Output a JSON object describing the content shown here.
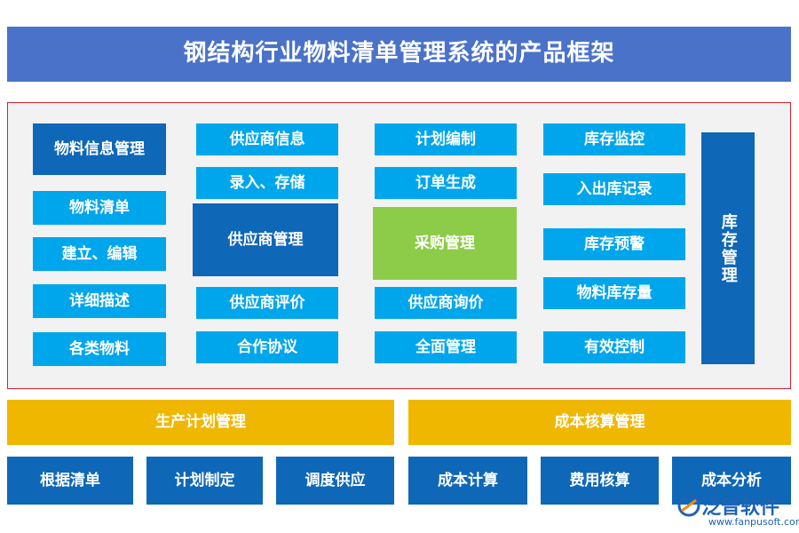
{
  "header": {
    "title": "钢结构行业物料清单管理系统的产品框架"
  },
  "columns": {
    "material": {
      "head": "物料信息管理",
      "items": [
        "物料清单",
        "建立、编辑",
        "详细描述",
        "各类物料"
      ]
    },
    "supplier": {
      "top": [
        "供应商信息",
        "录入、存储"
      ],
      "head": "供应商管理",
      "bottom": [
        "供应商评价",
        "合作协议"
      ]
    },
    "purchase": {
      "top": [
        "计划编制",
        "订单生成"
      ],
      "head": "采购管理",
      "bottom": [
        "供应商询价",
        "全面管理"
      ]
    },
    "inventory": {
      "items": [
        "库存监控",
        "入出库记录",
        "库存预警",
        "物料库存量",
        "有效控制"
      ],
      "head": "库存管理"
    }
  },
  "bottom": {
    "production": {
      "head": "生产计划管理",
      "items": [
        "根据清单",
        "计划制定",
        "调度供应"
      ]
    },
    "cost": {
      "head": "成本核算管理",
      "items": [
        "成本计算",
        "费用核算",
        "成本分析"
      ]
    }
  },
  "logo": {
    "name": "泛普软件",
    "url": "www.fanpusoft.com"
  },
  "colors": {
    "header": "#4a72c9",
    "cyan": "#00a6ec",
    "navy": "#0f67b8",
    "green": "#8ccc48",
    "yellow": "#f0b700",
    "panel_border": "#d9212a"
  }
}
